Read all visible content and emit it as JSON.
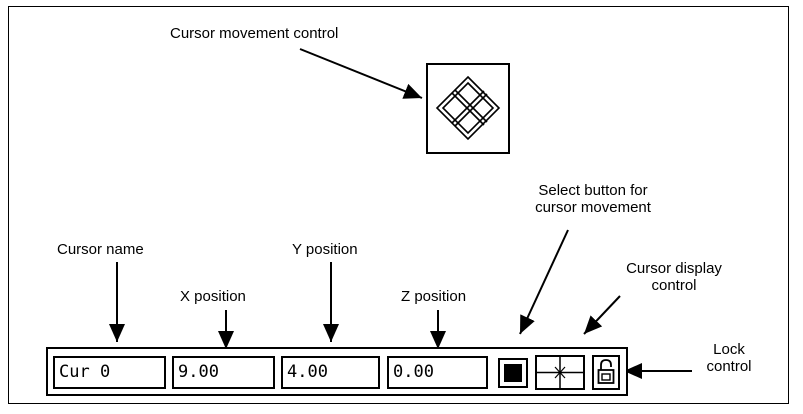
{
  "callouts": {
    "cursor_movement_control": "Cursor movement control",
    "select_button": [
      "Select button for",
      "cursor movement"
    ],
    "cursor_name": "Cursor name",
    "x_position": "X position",
    "y_position": "Y position",
    "z_position": "Z position",
    "cursor_display_control": [
      "Cursor display",
      "control"
    ],
    "lock_control": [
      "Lock",
      "control"
    ]
  },
  "cursor_panel": {
    "name_value": "Cur 0",
    "x_value": "9.00",
    "y_value": "4.00",
    "z_value": "0.00"
  },
  "icons": {
    "movement": "diamond-arrows-icon",
    "select": "filled-square-icon",
    "display": "crosshair-icon",
    "lock": "padlock-icon"
  }
}
